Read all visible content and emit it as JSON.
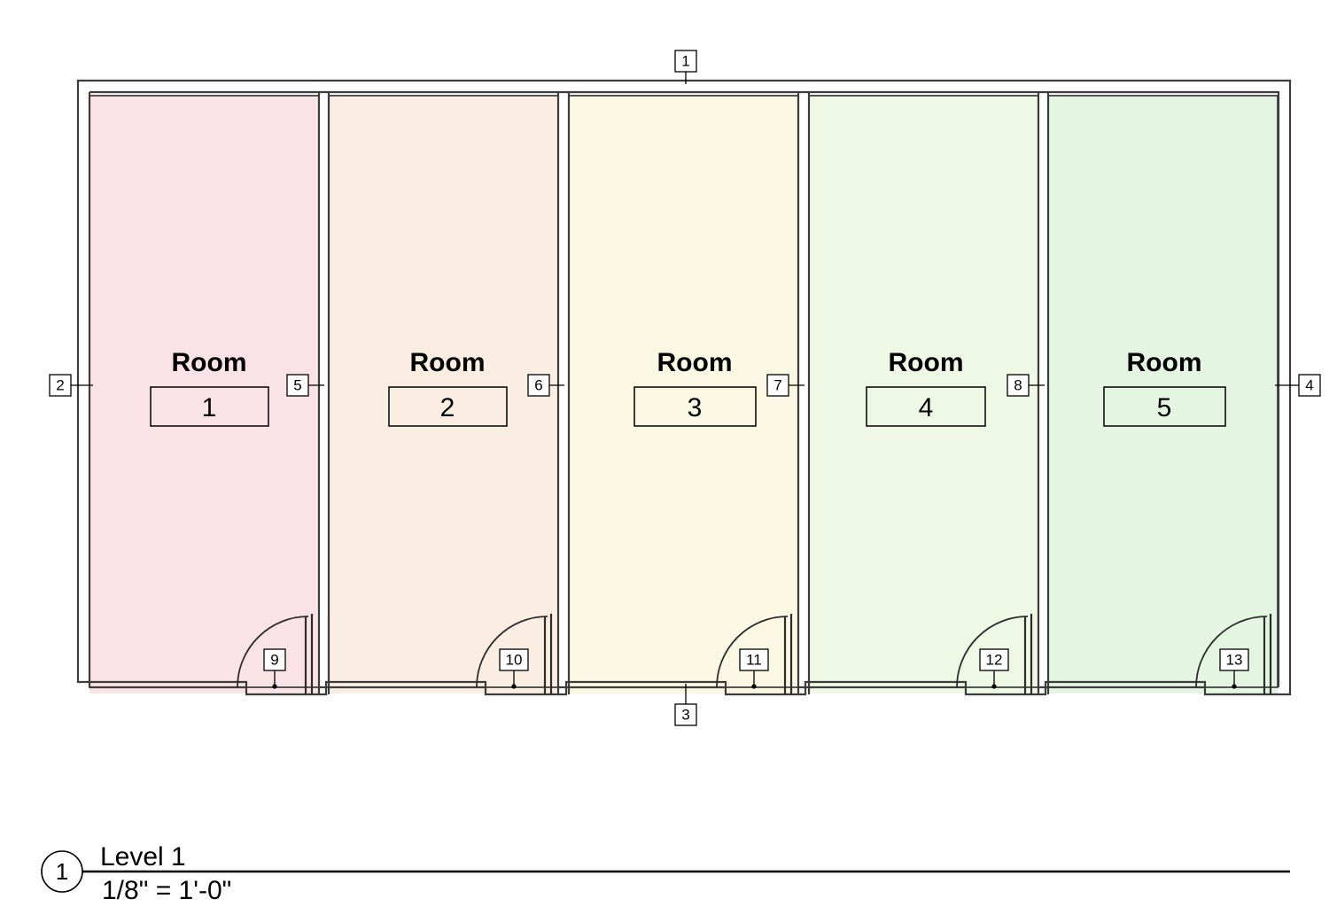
{
  "drawing": {
    "type": "architectural-floor-plan",
    "view_title": {
      "detail_number": "1",
      "name": "Level 1",
      "scale": "1/8\" = 1'-0\""
    },
    "room_name_label": "Room",
    "rooms": [
      {
        "name": "Room",
        "number": "1",
        "fill": "#fae3e6"
      },
      {
        "name": "Room",
        "number": "2",
        "fill": "#faeee2"
      },
      {
        "name": "Room",
        "number": "3",
        "fill": "#faf8e2"
      },
      {
        "name": "Room",
        "number": "4",
        "fill": "#eef8e4"
      },
      {
        "name": "Room",
        "number": "5",
        "fill": "#e4f6e1"
      }
    ],
    "tags": [
      {
        "id": "1",
        "label": "1",
        "target": "top-exterior-wall"
      },
      {
        "id": "2",
        "label": "2",
        "target": "left-exterior-wall"
      },
      {
        "id": "3",
        "label": "3",
        "target": "bottom-exterior-wall"
      },
      {
        "id": "4",
        "label": "4",
        "target": "right-exterior-wall"
      },
      {
        "id": "5",
        "label": "5",
        "target": "partition-wall-1-2"
      },
      {
        "id": "6",
        "label": "6",
        "target": "partition-wall-2-3"
      },
      {
        "id": "7",
        "label": "7",
        "target": "partition-wall-3-4"
      },
      {
        "id": "8",
        "label": "8",
        "target": "partition-wall-4-5"
      },
      {
        "id": "9",
        "label": "9",
        "target": "door-room-1"
      },
      {
        "id": "10",
        "label": "10",
        "target": "door-room-2"
      },
      {
        "id": "11",
        "label": "11",
        "target": "door-room-3"
      },
      {
        "id": "12",
        "label": "12",
        "target": "door-room-4"
      },
      {
        "id": "13",
        "label": "13",
        "target": "door-room-5"
      }
    ],
    "colors": {
      "wall_stroke": "#3c3c3c",
      "room_outline": "#2d2d2d",
      "annotation": "#000000",
      "background": "#ffffff"
    }
  }
}
